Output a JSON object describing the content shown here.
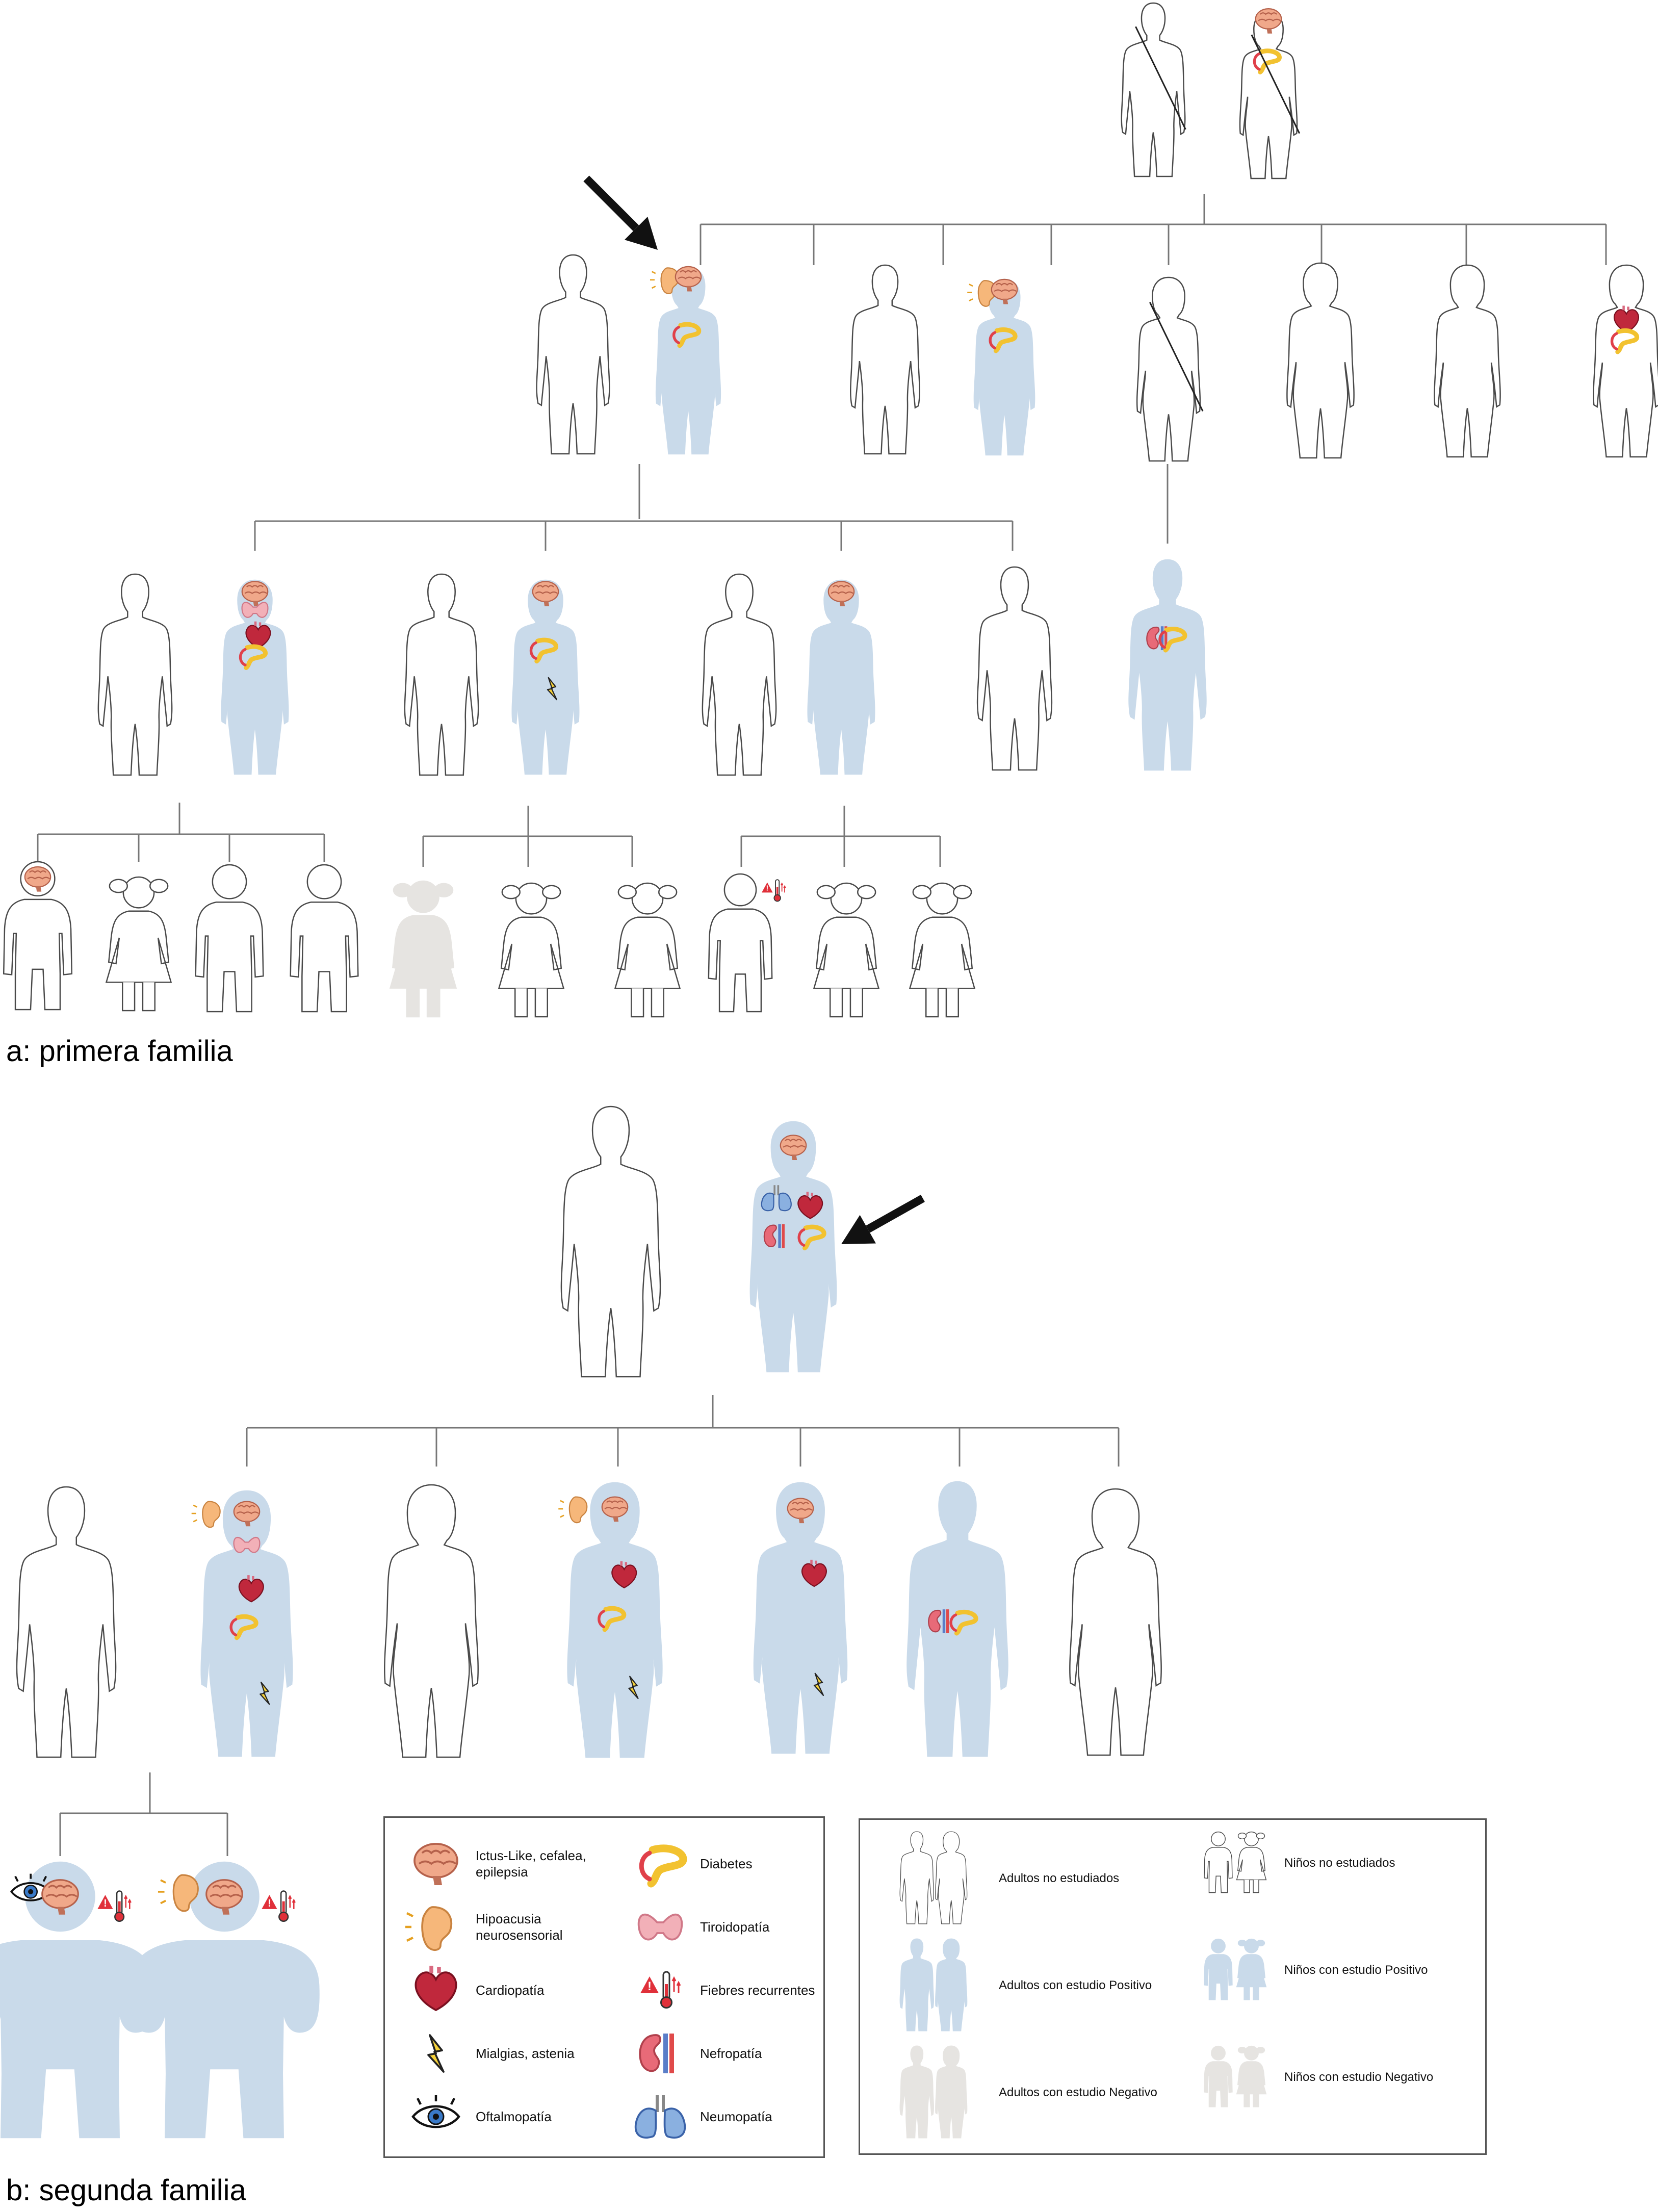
{
  "captions": {
    "family_a": "a: primera familia",
    "family_b": "b: segunda familia"
  },
  "legend_symptoms": [
    {
      "icon": "brain-icon",
      "label": "Ictus-Like, cefalea, epilepsia"
    },
    {
      "icon": "diabetes-icon",
      "label": "Diabetes"
    },
    {
      "icon": "ear-icon",
      "label": "Hipoacusia neurosensorial"
    },
    {
      "icon": "thyroid-icon",
      "label": "Tiroidopatía"
    },
    {
      "icon": "heart-icon",
      "label": "Cardiopatía"
    },
    {
      "icon": "fever-icon",
      "label": "Fiebres recurrentes"
    },
    {
      "icon": "lightning-icon",
      "label": "Mialgias, astenia"
    },
    {
      "icon": "kidney-icon",
      "label": "Nefropatía"
    },
    {
      "icon": "eye-icon",
      "label": "Oftalmopatía"
    },
    {
      "icon": "lungs-icon",
      "label": "Neumopatía"
    }
  ],
  "legend_status": [
    {
      "label": "Adultos no estudiados",
      "kind": "adult",
      "status": "none"
    },
    {
      "label": "Niños no estudiados",
      "kind": "child",
      "status": "none"
    },
    {
      "label": "Adultos con estudio Positivo",
      "kind": "adult",
      "status": "pos"
    },
    {
      "label": "Niños con estudio Positivo",
      "kind": "child",
      "status": "pos"
    },
    {
      "label": "Adultos con estudio Negativo",
      "kind": "adult",
      "status": "neg"
    },
    {
      "label": "Niños con estudio Negativo",
      "kind": "child",
      "status": "neg"
    }
  ],
  "colors": {
    "positive_fill": "#c9daea",
    "negative_fill": "#e6e4e1",
    "outline": "#4a4a4a",
    "line": "#777777"
  }
}
